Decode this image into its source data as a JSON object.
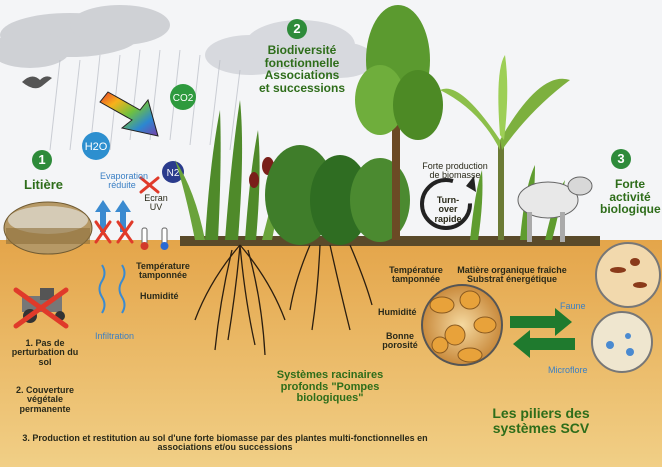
{
  "section1": {
    "number": "1",
    "title": "Litière",
    "evaporation": "Evaporation réduite",
    "ecran_uv": "Ecran UV",
    "temperature": "Température tamponnée",
    "humidite": "Humidité",
    "infiltration": "Infiltration",
    "item1": "1. Pas de perturbation du sol",
    "item2": "2. Couverture végétale permanente"
  },
  "section2": {
    "number": "2",
    "title": "Biodiversité fonctionnelle Associations et successions",
    "roots": "Systèmes racinaires profonds \"Pompes biologiques\""
  },
  "section3": {
    "number": "3",
    "title": "Forte activité biologique",
    "forte_production": "Forte production de biomasse",
    "turnover": "Turn-over rapide",
    "temperature": "Température tamponnée",
    "matiere": "Matière organique fraîche Substrat énergétique",
    "humidite": "Humidité",
    "porosite": "Bonne porosité",
    "faune": "Faune",
    "microflore": "Microflore"
  },
  "molecules": {
    "h2o": "H2O",
    "co2": "CO2",
    "n2": "N2"
  },
  "footer_item3": "3. Production et restitution au sol d'une forte biomasse par des plantes multi-fonctionnelles en associations et/ou successions",
  "conclusion": "Les piliers des systèmes SCV",
  "colors": {
    "soil": "#e7b45f",
    "sky": "#f3f4f6",
    "accent_green": "#2e6d1a",
    "arrow_green": "#1f7a2e"
  }
}
